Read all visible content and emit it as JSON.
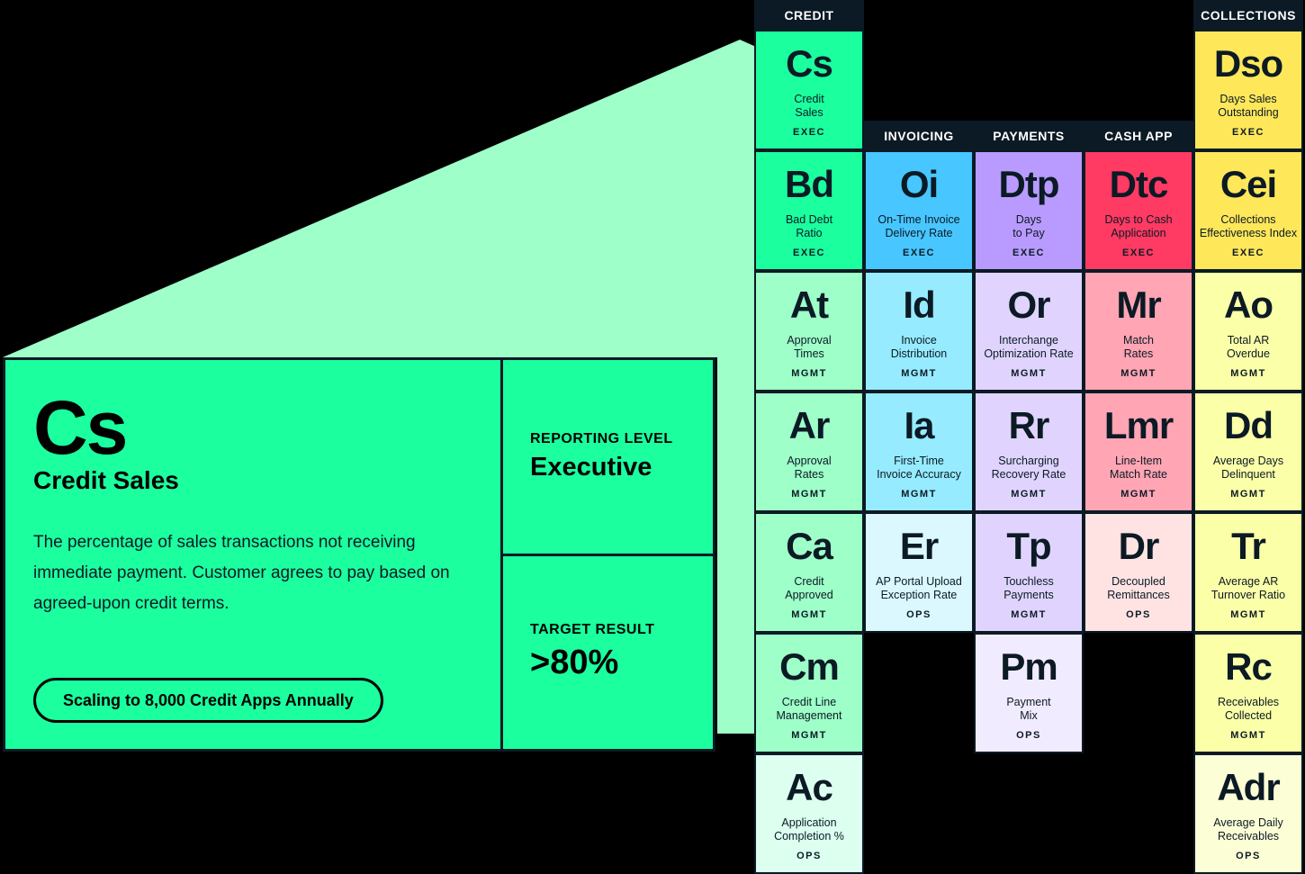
{
  "colors": {
    "background": "#000000",
    "border": "#0b1a24",
    "projection": "#9effc9",
    "detail_bg": "#1bff9f"
  },
  "detail": {
    "symbol": "Cs",
    "name": "Credit Sales",
    "description": "The percentage of sales transactions not receiving immediate payment. Customer agrees to pay based on agreed-upon credit terms.",
    "pill": "Scaling to 8,000 Credit Apps Annually",
    "reporting_level_label": "REPORTING LEVEL",
    "reporting_level_value": "Executive",
    "target_label": "TARGET RESULT",
    "target_value": ">80%"
  },
  "columns": [
    {
      "header": "CREDIT",
      "tiles": [
        {
          "symbol": "Cs",
          "name": "Credit\nSales",
          "level": "EXEC",
          "color": "#1bff9f"
        },
        {
          "symbol": "Bd",
          "name": "Bad Debt\nRatio",
          "level": "EXEC",
          "color": "#1bff9f"
        },
        {
          "symbol": "At",
          "name": "Approval\nTimes",
          "level": "MGMT",
          "color": "#9effc9"
        },
        {
          "symbol": "Ar",
          "name": "Approval\nRates",
          "level": "MGMT",
          "color": "#9effc9"
        },
        {
          "symbol": "Ca",
          "name": "Credit\nApproved",
          "level": "MGMT",
          "color": "#9effc9"
        },
        {
          "symbol": "Cm",
          "name": "Credit Line\nManagement",
          "level": "MGMT",
          "color": "#9effc9"
        },
        {
          "symbol": "Ac",
          "name": "Application\nCompletion %",
          "level": "OPS",
          "color": "#dcfff0"
        }
      ]
    },
    {
      "header": "INVOICING",
      "tiles": [
        {
          "symbol": "Oi",
          "name": "On-Time Invoice\nDelivery Rate",
          "level": "EXEC",
          "color": "#48c6ff"
        },
        {
          "symbol": "Id",
          "name": "Invoice\nDistribution",
          "level": "MGMT",
          "color": "#96ebff"
        },
        {
          "symbol": "Ia",
          "name": "First-Time\nInvoice Accuracy",
          "level": "MGMT",
          "color": "#96ebff"
        },
        {
          "symbol": "Er",
          "name": "AP Portal Upload\nException Rate",
          "level": "OPS",
          "color": "#dbf8ff"
        }
      ]
    },
    {
      "header": "PAYMENTS",
      "tiles": [
        {
          "symbol": "Dtp",
          "name": "Days\nto Pay",
          "level": "EXEC",
          "color": "#b99bff"
        },
        {
          "symbol": "Or",
          "name": "Interchange\nOptimization Rate",
          "level": "MGMT",
          "color": "#e0d4ff"
        },
        {
          "symbol": "Rr",
          "name": "Surcharging\nRecovery Rate",
          "level": "MGMT",
          "color": "#e0d4ff"
        },
        {
          "symbol": "Tp",
          "name": "Touchless\nPayments",
          "level": "MGMT",
          "color": "#e0d4ff"
        },
        {
          "symbol": "Pm",
          "name": "Payment\nMix",
          "level": "OPS",
          "color": "#f1ebff"
        }
      ]
    },
    {
      "header": "CASH APP",
      "tiles": [
        {
          "symbol": "Dtc",
          "name": "Days to Cash\nApplication",
          "level": "EXEC",
          "color": "#ff3a63"
        },
        {
          "symbol": "Mr",
          "name": "Match\nRates",
          "level": "MGMT",
          "color": "#ffa5b4"
        },
        {
          "symbol": "Lmr",
          "name": "Line-Item\nMatch Rate",
          "level": "MGMT",
          "color": "#ffa5b4"
        },
        {
          "symbol": "Dr",
          "name": "Decoupled\nRemittances",
          "level": "OPS",
          "color": "#ffe3e3"
        }
      ]
    },
    {
      "header": "COLLECTIONS",
      "tiles": [
        {
          "symbol": "Dso",
          "name": "Days Sales\nOutstanding",
          "level": "EXEC",
          "color": "#ffe75a"
        },
        {
          "symbol": "Cei",
          "name": "Collections\nEffectiveness Index",
          "level": "EXEC",
          "color": "#ffe75a"
        },
        {
          "symbol": "Ao",
          "name": "Total AR\nOverdue",
          "level": "MGMT",
          "color": "#fbffa8"
        },
        {
          "symbol": "Dd",
          "name": "Average Days\nDelinquent",
          "level": "MGMT",
          "color": "#fbffa8"
        },
        {
          "symbol": "Tr",
          "name": "Average AR\nTurnover Ratio",
          "level": "MGMT",
          "color": "#fbffa8"
        },
        {
          "symbol": "Rc",
          "name": "Receivables\nCollected",
          "level": "MGMT",
          "color": "#fbffa8"
        },
        {
          "symbol": "Adr",
          "name": "Average Daily\nReceivables",
          "level": "OPS",
          "color": "#fcffd6"
        }
      ]
    }
  ]
}
